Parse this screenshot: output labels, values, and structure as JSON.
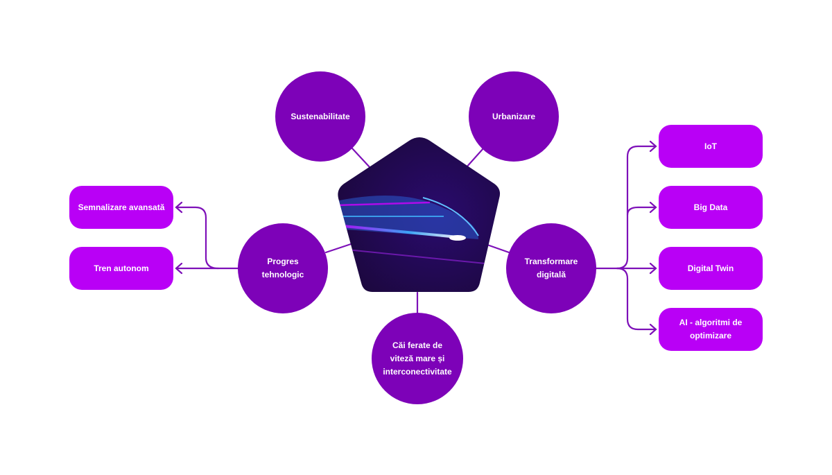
{
  "center": {
    "image": "high-speed-train-illustration"
  },
  "nodes": {
    "sustainability": "Sustenabilitate",
    "urbanization": "Urbanizare",
    "tech_progress": "Progres tehnologic",
    "digital_transformation": "Transformare digitală",
    "high_speed_rail": "Căi ferate de viteză mare și interconectivitate"
  },
  "left_boxes": [
    "Semnalizare avansată",
    "Tren autonom"
  ],
  "right_boxes": [
    "IoT",
    "Big Data",
    "Digital Twin",
    "AI - algoritmi de optimizare"
  ],
  "colors": {
    "circle": "#7d02b8",
    "box": "#b900f6",
    "line": "#7d10b8"
  }
}
